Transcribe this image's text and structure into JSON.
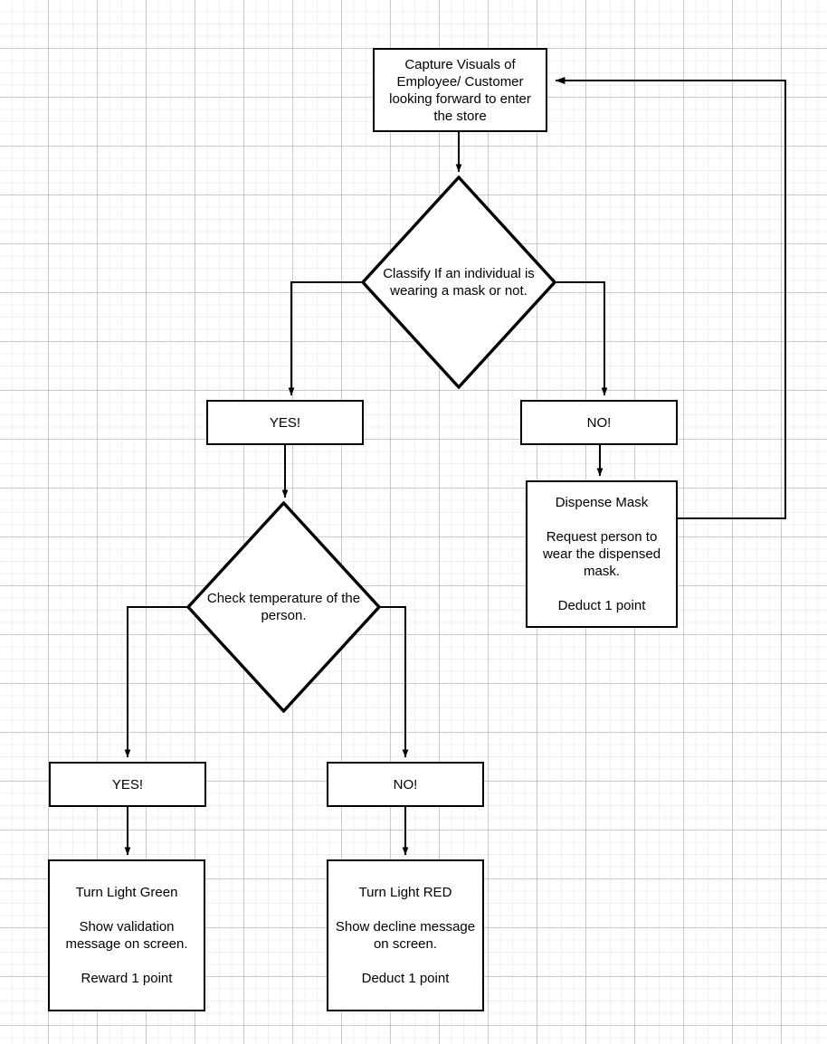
{
  "diagram": {
    "title": "Mask detection and temperature screening flowchart",
    "background": "#ffffff",
    "grid_color": "#aaaaaa",
    "stroke_color": "#000000",
    "text_color": "#000000"
  },
  "nodes": {
    "capture": {
      "shape": "process",
      "lines": [
        "Capture Visuals of",
        "Employee/ Customer",
        "looking forward  to enter",
        "the store"
      ]
    },
    "classify": {
      "shape": "decision",
      "lines": [
        "Classify If an individual is",
        "wearing a mask or not."
      ]
    },
    "mask_yes": {
      "shape": "process",
      "lines": [
        "YES!"
      ]
    },
    "mask_no": {
      "shape": "process",
      "lines": [
        "NO!"
      ]
    },
    "dispense": {
      "shape": "process",
      "lines": [
        "Dispense Mask",
        "",
        "Request person to",
        "wear the dispensed",
        "mask.",
        "",
        "Deduct 1 point"
      ]
    },
    "check_temp": {
      "shape": "decision",
      "lines": [
        "Check temperature of the",
        "person."
      ]
    },
    "temp_yes": {
      "shape": "process",
      "lines": [
        "YES!"
      ]
    },
    "temp_no": {
      "shape": "process",
      "lines": [
        "NO!"
      ]
    },
    "light_green": {
      "shape": "process",
      "lines": [
        "Turn Light Green",
        "",
        "Show validation",
        "message on screen.",
        "",
        "Reward 1 point"
      ]
    },
    "light_red": {
      "shape": "process",
      "lines": [
        "Turn Light RED",
        "",
        "Show decline message",
        "on screen.",
        "",
        "Deduct 1 point"
      ]
    }
  },
  "edges": [
    {
      "name": "capture-to-classify",
      "from": "capture",
      "to": "classify",
      "arrow": true
    },
    {
      "name": "classify-to-mask-yes",
      "from": "classify",
      "to": "mask_yes",
      "arrow": true
    },
    {
      "name": "classify-to-mask-no",
      "from": "classify",
      "to": "mask_no",
      "arrow": true
    },
    {
      "name": "mask-yes-to-check-temp",
      "from": "mask_yes",
      "to": "check_temp",
      "arrow": true
    },
    {
      "name": "mask-no-to-dispense",
      "from": "mask_no",
      "to": "dispense",
      "arrow": true
    },
    {
      "name": "dispense-to-capture-feedback",
      "from": "dispense",
      "to": "capture",
      "arrow": true
    },
    {
      "name": "check-temp-to-temp-yes",
      "from": "check_temp",
      "to": "temp_yes",
      "arrow": true
    },
    {
      "name": "check-temp-to-temp-no",
      "from": "check_temp",
      "to": "temp_no",
      "arrow": true
    },
    {
      "name": "temp-yes-to-light-green",
      "from": "temp_yes",
      "to": "light_green",
      "arrow": true
    },
    {
      "name": "temp-no-to-light-red",
      "from": "temp_no",
      "to": "light_red",
      "arrow": true
    }
  ]
}
